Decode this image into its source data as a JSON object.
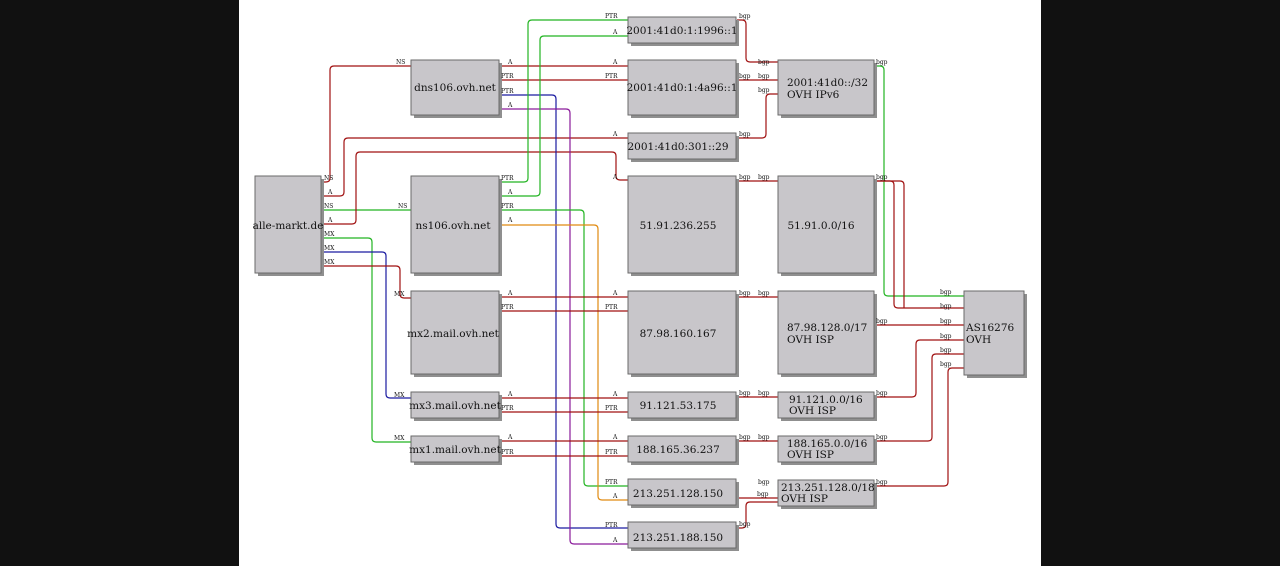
{
  "colors": {
    "red": "#a01010",
    "green": "#22b422",
    "blue": "#1a1aa0",
    "orange": "#e08a10",
    "purple": "#8a1a9a",
    "box": "#c8c6ca"
  },
  "nodes": {
    "domain": "alle-markt.de",
    "dns106": "dns106.ovh.net",
    "ns106": "ns106.ovh.net",
    "mx2": "mx2.mail.ovh.net",
    "mx3": "mx3.mail.ovh.net",
    "mx1": "mx1.mail.ovh.net",
    "ip6_1996": "2001:41d0:1:1996::1",
    "ip6_4a96": "2001:41d0:1:4a96::1",
    "ip6_301": "2001:41d0:301::29",
    "ip_51": "51.91.236.255",
    "ip_87": "87.98.160.167",
    "ip_91": "91.121.53.175",
    "ip_188": "188.165.36.237",
    "ip_213_128": "213.251.128.150",
    "ip_213_188": "213.251.188.150",
    "pfx_6": [
      "2001:41d0::/32",
      "OVH IPv6"
    ],
    "pfx_51": "51.91.0.0/16",
    "pfx_87": [
      "87.98.128.0/17",
      "OVH ISP"
    ],
    "pfx_91": [
      "91.121.0.0/16",
      "OVH ISP"
    ],
    "pfx_188": [
      "188.165.0.0/16",
      "OVH ISP"
    ],
    "pfx_213": [
      "213.251.128.0/18",
      "OVH ISP"
    ],
    "as": [
      "AS16276",
      "OVH"
    ]
  },
  "port_labels": {
    "ns": "NS",
    "a": "A",
    "mx": "MX",
    "ptr": "PTR",
    "bgp": "bgp"
  }
}
